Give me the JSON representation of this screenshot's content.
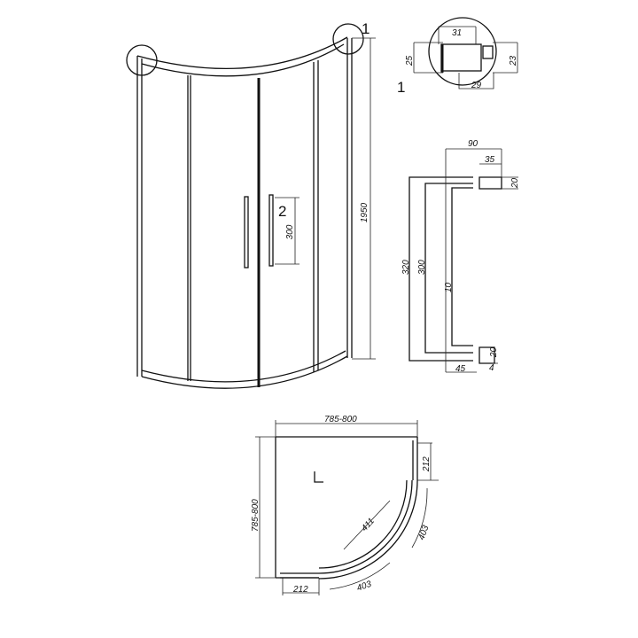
{
  "front_view": {
    "height_label": "1950",
    "callout_1": "1",
    "callout_2": "2",
    "handle_length_label": "300"
  },
  "detail_1": {
    "callout": "1",
    "dims": {
      "top": "31",
      "left": "25",
      "right": "23",
      "bottom": "29"
    }
  },
  "handle_detail": {
    "dims": {
      "depth": "90",
      "mount_width": "35",
      "mount_top": "20",
      "overall": "320",
      "centers": "300",
      "bar": "10",
      "mount_bottom": "20",
      "gap": "4",
      "offset": "45"
    }
  },
  "plan_view": {
    "width_label": "785-800",
    "depth_label": "785-800",
    "side_right": "212",
    "side_bottom": "212",
    "door_opening": "411",
    "arc_right": "403",
    "arc_bottom": "403"
  }
}
